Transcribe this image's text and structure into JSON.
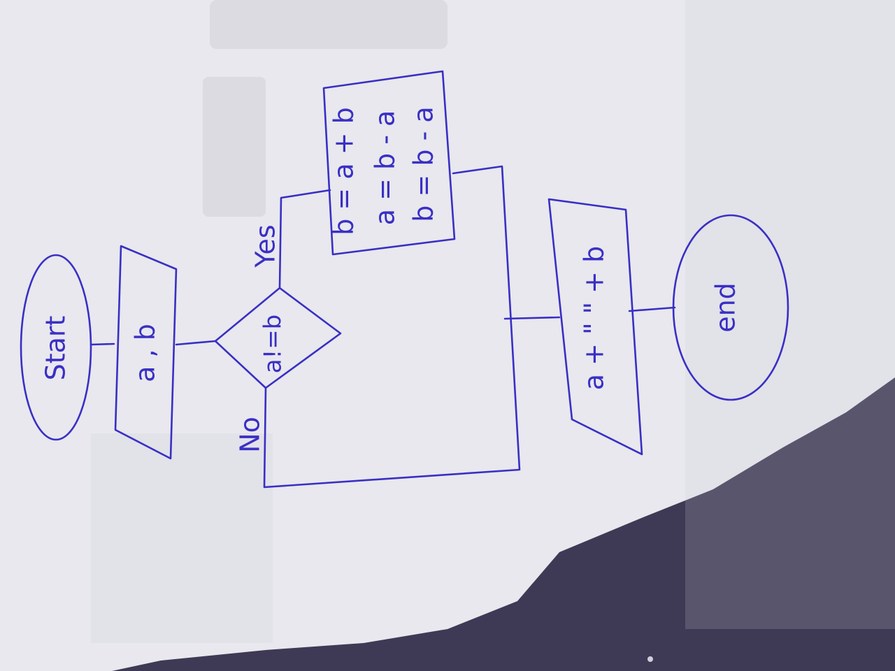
{
  "colors": {
    "ink": "#3a2fc4",
    "paper": "#e9e9ef",
    "background": "#3e3a55"
  },
  "flowchart": {
    "start": "Start",
    "input": "a , b",
    "condition": "a!=b",
    "yes_label": "Yes",
    "no_label": "No",
    "process": [
      "b = a + b",
      "a = b - a",
      "b = b - a"
    ],
    "output": "a + \"  \" + b",
    "end": "end"
  }
}
